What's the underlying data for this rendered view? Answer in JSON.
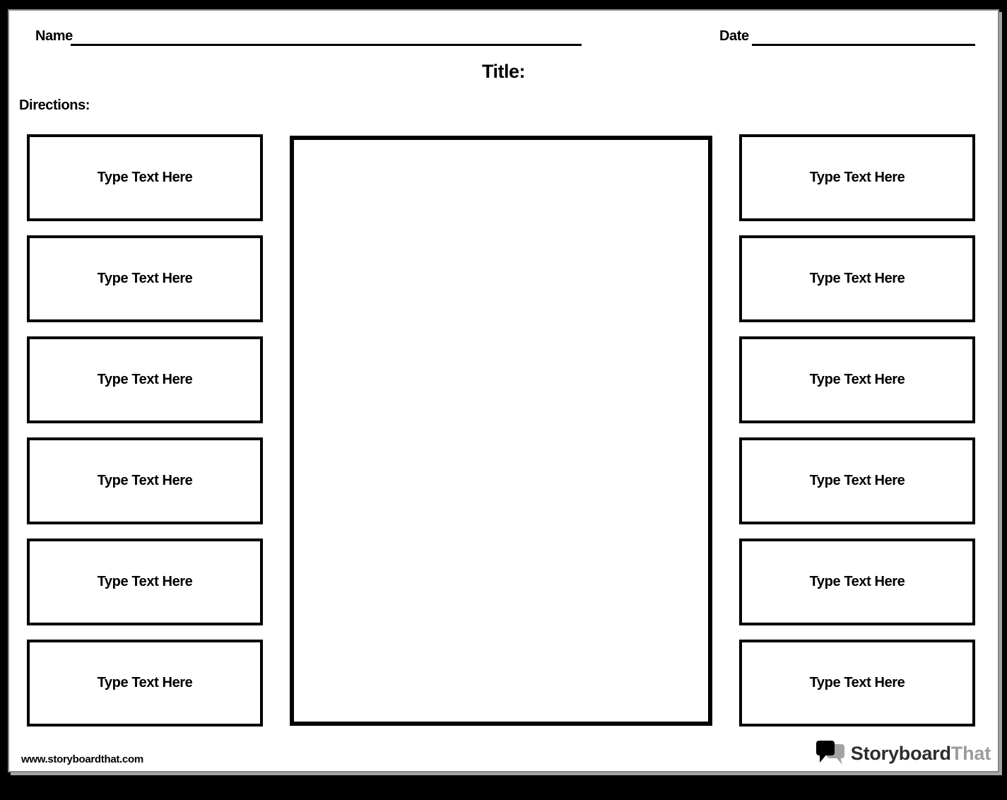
{
  "page": {
    "name_label": "Name",
    "date_label": "Date",
    "title": "Title:",
    "directions_label": "Directions:"
  },
  "boxes": {
    "placeholder": "Type Text Here",
    "left_count": 6,
    "right_count": 6
  },
  "footer": {
    "website": "www.storyboardthat.com",
    "logo_text_primary": "Storyboard",
    "logo_text_secondary": "That"
  },
  "colors": {
    "frame": "#000000",
    "page_background": "#ffffff",
    "box_border": "#000000",
    "text": "#000000",
    "page_edge": "#858585",
    "logo_primary": "#2d2d2d",
    "logo_secondary": "#9b9b9b",
    "logo_bubble_front": "#000000",
    "logo_bubble_back": "#a3a3a3"
  }
}
